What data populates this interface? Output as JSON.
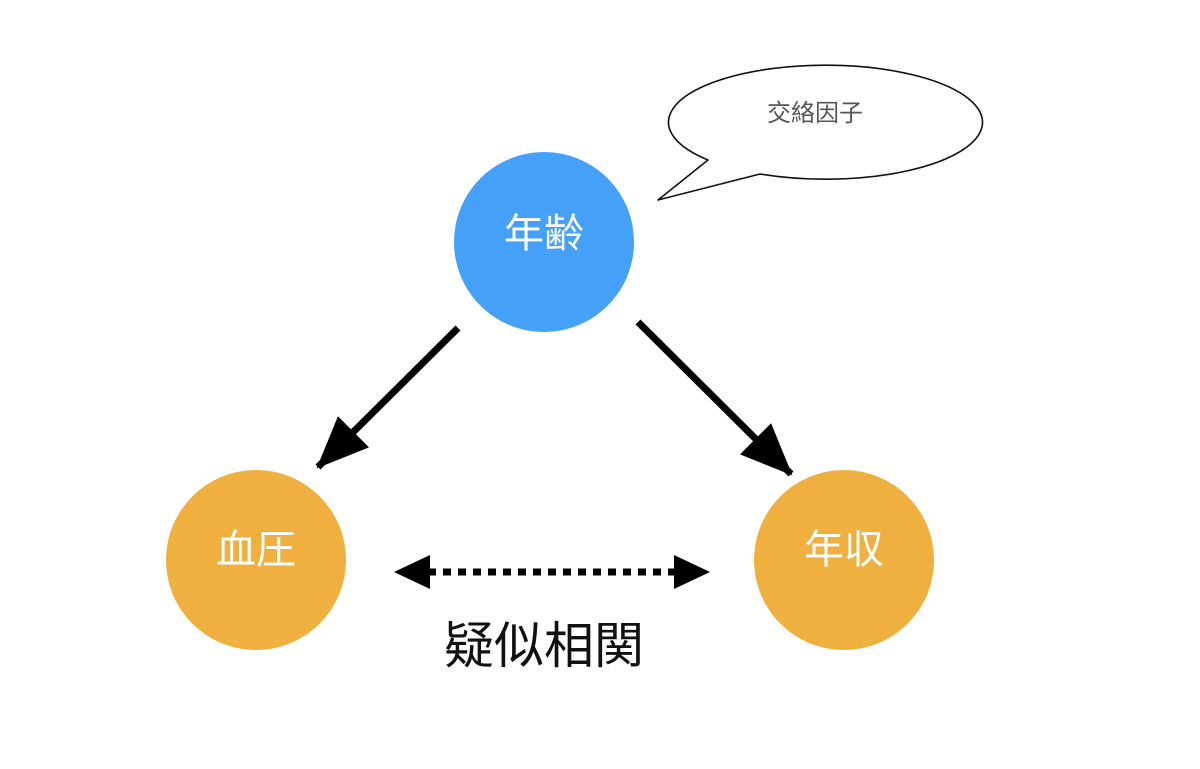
{
  "nodes": {
    "age": {
      "label": "年齢",
      "color": "#44A1F7"
    },
    "blood_pressure": {
      "label": "血圧",
      "color": "#EFB040"
    },
    "income": {
      "label": "年収",
      "color": "#EFB040"
    }
  },
  "callout": {
    "label": "交絡因子"
  },
  "relation": {
    "label": "疑似相関"
  },
  "colors": {
    "arrow": "#000000",
    "callout_border": "#111111"
  }
}
